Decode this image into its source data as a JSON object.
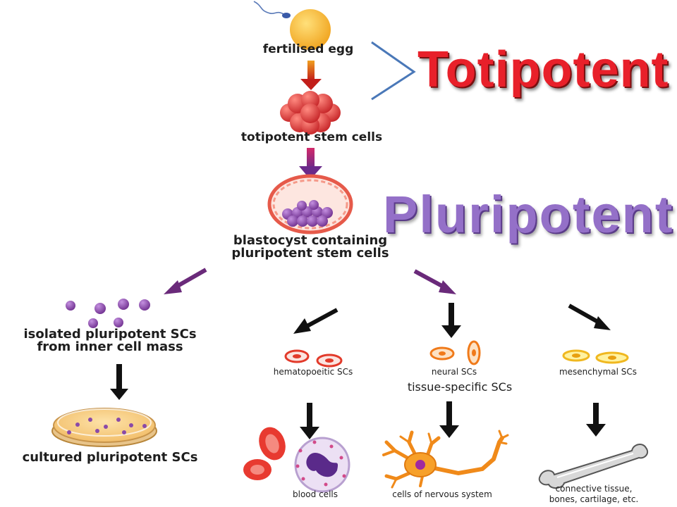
{
  "headings": {
    "totipotent": "Totipotent",
    "pluripotent": "Pluripotent"
  },
  "labels": {
    "fertilised_egg": "fertilised egg",
    "totipotent_stem_cells": "totipotent stem cells",
    "blastocyst_line1": "blastocyst containing",
    "blastocyst_line2": "pluripotent stem cells",
    "isolated_line1": "isolated pluripotent SCs",
    "isolated_line2": "from inner cell mass",
    "cultured": "cultured pluripotent SCs",
    "hematopoeitic": "hematopoeitic SCs",
    "neural": "neural SCs",
    "mesenchymal": "mesenchymal SCs",
    "tissue_specific": "tissue-specific SCs",
    "blood_cells": "blood cells",
    "nervous_cells": "cells of nervous system",
    "connective_line1": "connective tissue,",
    "connective_line2": "bones, cartilage, etc."
  },
  "colors": {
    "totipotent_heading": "#e8202a",
    "pluripotent_heading": "#9470c8",
    "bracket": "#4a78b8",
    "egg": "#f5b82e",
    "morula": "#d8262c",
    "pluripotent_cell": "#7a3a9a",
    "arrow_black": "#111111",
    "arrow_purple": "#6a2a7a",
    "arrow_red": "#c8281c"
  },
  "icons": {
    "egg": "sperm-and-egg-icon",
    "morula": "morula-cluster-icon",
    "blastocyst": "blastocyst-icon",
    "petri": "petri-dish-icon",
    "blood": "blood-cells-icon",
    "neuron": "neuron-icon",
    "bone": "bone-icon"
  }
}
